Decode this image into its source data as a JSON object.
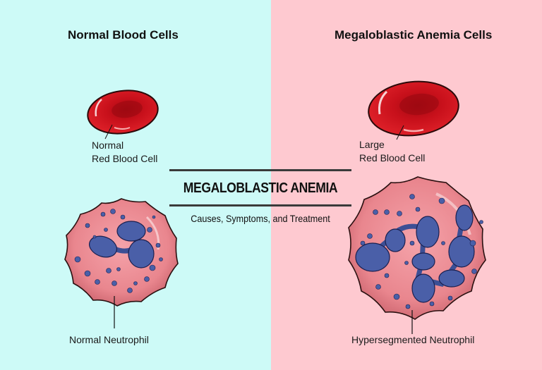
{
  "left_panel": {
    "heading": "Normal Blood Cells",
    "background": "#cdfaf7",
    "red_cell_label_line1": "Normal",
    "red_cell_label_line2": "Red Blood Cell",
    "neutrophil_label": "Normal Neutrophil"
  },
  "right_panel": {
    "heading": "Megaloblastic Anemia Cells",
    "background": "#fec9d0",
    "red_cell_label_line1": "Large",
    "red_cell_label_line2": "Red Blood Cell",
    "neutrophil_label": "Hypersegmented Neutrophil"
  },
  "center": {
    "title": "MEGALOBLASTIC ANEMIA",
    "subtitle": "Causes, Symptoms, and Treatment"
  },
  "colors": {
    "red_cell": "#d4121f",
    "neutrophil_body": "#ec8a92",
    "nucleus": "#4a5fa8"
  }
}
